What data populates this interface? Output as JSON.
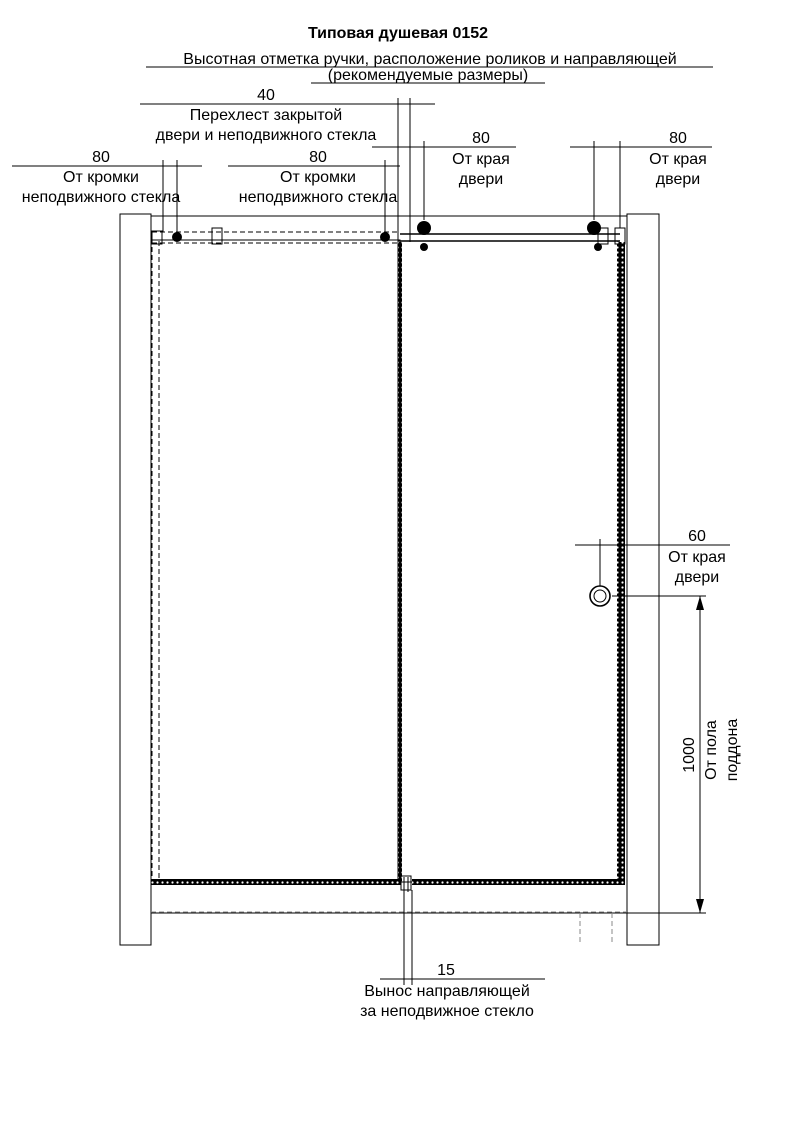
{
  "title": "Типовая душевая 0152",
  "subtitle": {
    "line1": "Высотная отметка ручки, расположение роликов и направляющей",
    "line2": "(рекомендуемые размеры)"
  },
  "dimensions": {
    "overlap": {
      "value": "40",
      "label1": "Перехлест закрытой",
      "label2": "двери и неподвижного стекла"
    },
    "fixed_edge_left": {
      "value": "80",
      "label1": "От кромки",
      "label2": "неподвижного стекла"
    },
    "fixed_edge_right": {
      "value": "80",
      "label1": "От кромки",
      "label2": "неподвижного стекла"
    },
    "door_edge_left": {
      "value": "80",
      "label1": "От края",
      "label2": "двери"
    },
    "door_edge_right": {
      "value": "80",
      "label1": "От края",
      "label2": "двери"
    },
    "handle_offset": {
      "value": "60",
      "label1": "От края",
      "label2": "двери"
    },
    "handle_height": {
      "value": "1000",
      "label1": "От пола",
      "label2": "поддона"
    },
    "guide_offset": {
      "value": "15",
      "label1": "Вынос направляющей",
      "label2": "за неподвижное стекло"
    }
  }
}
